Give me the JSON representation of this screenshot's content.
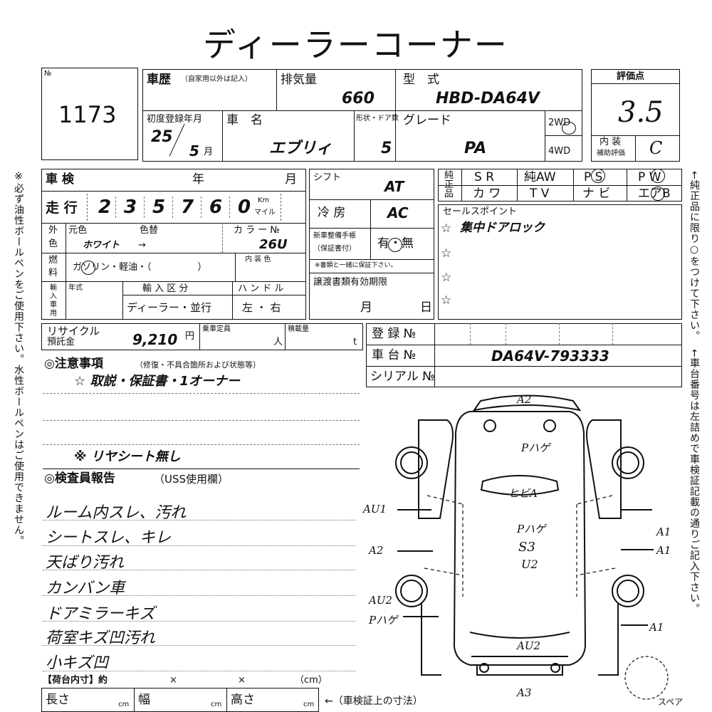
{
  "title": "ディーラーコーナー",
  "side_left": "※必ず油性ボールペンをご使用下さい。水性ボールペンはご使用できません。",
  "side_right_1": "←純正品に限り○をつけて下さい。",
  "side_right_2": "←車台番号は左詰めで車検証記載の通りご記入下さい。",
  "lot": {
    "label": "№",
    "number": "1173"
  },
  "history": {
    "label": "車歴",
    "note": "（自家用以外は記入）"
  },
  "displacement": {
    "label": "排気量",
    "value": "660"
  },
  "model": {
    "label": "型　式",
    "value": "HBD-DA64V"
  },
  "first_reg": {
    "label": "初度登録年月",
    "year": "25",
    "month": "5",
    "month_unit": "月"
  },
  "car_name": {
    "label": "車　名",
    "value": "エブリィ"
  },
  "doors": {
    "label": "形状・ドア数",
    "value": "5"
  },
  "grade": {
    "label": "グレード",
    "value": "PA"
  },
  "drive": {
    "opt1": "2WD",
    "opt2": "4WD"
  },
  "score": {
    "label": "評価点",
    "value": "3.5",
    "interior_label": "内 装",
    "interior_sub": "補助評価",
    "interior_value": "C"
  },
  "inspection": {
    "label": "車 検",
    "year": "年",
    "month": "月"
  },
  "mileage": {
    "label": "走 行",
    "digits": [
      "2",
      "3",
      "5",
      "7",
      "6",
      "0"
    ],
    "unit_km": "Km",
    "unit_mile": "マイル"
  },
  "shift": {
    "label": "シフト",
    "value": "AT"
  },
  "aircon": {
    "label": "冷 房",
    "value": "AC"
  },
  "options": {
    "label1": "純",
    "label2": "正",
    "label3": "品",
    "row1": [
      "S R",
      "純AW",
      "P S",
      "P W"
    ],
    "row2": [
      "カ ワ",
      "T V",
      "ナ ビ",
      "エアB"
    ]
  },
  "color": {
    "group1": "外",
    "group2": "色",
    "orig_label": "元色",
    "change_label": "色替",
    "orig_value": "ホワイト",
    "arrow": "→",
    "code_label": "カ ラ ー №",
    "code_value": "26U"
  },
  "manual": {
    "label1": "新車整備手帳",
    "label2": "（保証書付）",
    "value": "有・無",
    "note": "※書類と一緒に保証下さい。"
  },
  "fuel": {
    "group1": "燃",
    "group2": "料",
    "value": "ガソリン・軽油・（　　　　　）",
    "interior_color": "内 装 色"
  },
  "sales": {
    "label": "セールスポイント",
    "star": "☆",
    "points": [
      "集中ドアロック",
      "",
      "",
      ""
    ]
  },
  "import": {
    "label1": "輸",
    "label2": "入",
    "label3": "車",
    "label4": "用",
    "year_label": "年式",
    "type_label": "輸 入 区 分",
    "type_value": "ディーラー・並行",
    "handle_label": "ハ ン ド ル",
    "handle_value": "左 ・ 右"
  },
  "transfer": {
    "label": "譲渡書類有効期限",
    "month": "月",
    "day": "日"
  },
  "recycle": {
    "label1": "リサイクル",
    "label2": "預託金",
    "value": "9,210",
    "unit": "円"
  },
  "capacity": {
    "label": "乗車定員",
    "unit": "人"
  },
  "load": {
    "label": "積載量",
    "unit": "t"
  },
  "registration": {
    "label": "登 録 №",
    "value": ""
  },
  "chassis": {
    "label": "車 台 №",
    "value": "DA64V-793333"
  },
  "serial": {
    "label": "シリアル №",
    "value": ""
  },
  "notes": {
    "label": "◎注意事項",
    "sub": "（修復・不具合箇所および状態等）",
    "lines": [
      "☆ 取説・保証書・1オーナー",
      "",
      "",
      "※ リヤシート無し"
    ]
  },
  "inspector": {
    "label": "◎検査員報告",
    "sub": "（USS使用欄）",
    "lines": [
      "ルーム内スレ、汚れ",
      "シートスレ、キレ",
      "天ばり汚れ",
      "カンバン車",
      "ドアミラーキズ",
      "荷室キズ凹汚れ",
      "小キズ凹"
    ]
  },
  "cargo": {
    "label": "【荷台内寸】約",
    "x": "×",
    "unit": "（cm）",
    "len": "長さ",
    "width": "幅",
    "height": "高さ",
    "cm": "cm",
    "note": "←（車検証上の寸法）"
  },
  "diagram": {
    "top": "A2",
    "roof_1": "Pハゲ",
    "hood": "ヒビA",
    "roof_2": "Pハゲ",
    "center_1": "S3",
    "center_2": "U2",
    "left_1": "AU1",
    "left_2": "A2",
    "left_3": "AU2",
    "left_4": "Pハゲ",
    "right_1": "A1",
    "right_2": "A1",
    "right_3": "A1",
    "rear_1": "AU2",
    "rear_2": "A3",
    "spare": "スペア"
  }
}
